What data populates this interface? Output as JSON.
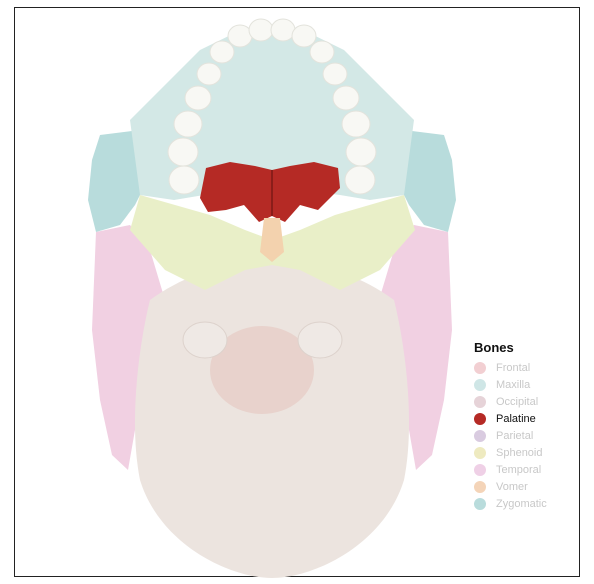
{
  "legend": {
    "title": "Bones",
    "items": [
      {
        "label": "Frontal",
        "color": "#f2cfd2",
        "active": false
      },
      {
        "label": "Maxilla",
        "color": "#cfe6e6",
        "active": false
      },
      {
        "label": "Occipital",
        "color": "#e6d3d8",
        "active": false
      },
      {
        "label": "Palatine",
        "color": "#b52a25",
        "active": true
      },
      {
        "label": "Parietal",
        "color": "#d9cbe0",
        "active": false
      },
      {
        "label": "Sphenoid",
        "color": "#eeeac0",
        "active": false
      },
      {
        "label": "Temporal",
        "color": "#efd0e6",
        "active": false
      },
      {
        "label": "Vomer",
        "color": "#f4d4b8",
        "active": false
      },
      {
        "label": "Zygomatic",
        "color": "#b9dcdc",
        "active": false
      }
    ]
  },
  "colors": {
    "occipital": "#ece4df",
    "temporal": "#f1d0e2",
    "sphenoid": "#e9efc8",
    "maxilla": "#d3e8e6",
    "zygomatic": "#b8dcdc",
    "palatine": "#b52a25",
    "vomer": "#f3d2ae",
    "teeth": "#f8f8f4"
  }
}
